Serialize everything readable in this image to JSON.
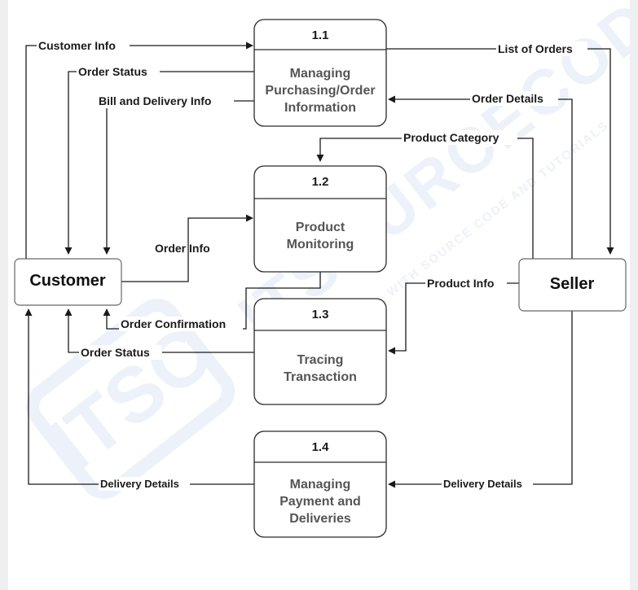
{
  "processes": [
    {
      "id": "1.1",
      "lines": [
        "Managing",
        "Purchasing/Order",
        "Information"
      ]
    },
    {
      "id": "1.2",
      "lines": [
        "Product",
        "Monitoring"
      ]
    },
    {
      "id": "1.3",
      "lines": [
        "Tracing",
        "Transaction"
      ]
    },
    {
      "id": "1.4",
      "lines": [
        "Managing",
        "Payment and",
        "Deliveries"
      ]
    }
  ],
  "entities": {
    "customer": "Customer",
    "seller": "Seller"
  },
  "flows": {
    "customer_info": "Customer Info",
    "order_status_1": "Order Status",
    "bill_delivery_info": "Bill and Delivery Info",
    "list_of_orders": "List of Orders",
    "order_details": "Order Details",
    "product_category": "Product Category",
    "order_info": "Order Info",
    "order_confirmation": "Order Confirmation",
    "product_info": "Product Info",
    "order_status_2": "Order Status",
    "delivery_details_left": "Delivery Details",
    "delivery_details_right": "Delivery Details"
  },
  "watermark": {
    "logo": "ITSC",
    "brand": "ITSOURCECODE",
    "tagline": "WITH SOURCE CODE AND TUTORIALS"
  }
}
